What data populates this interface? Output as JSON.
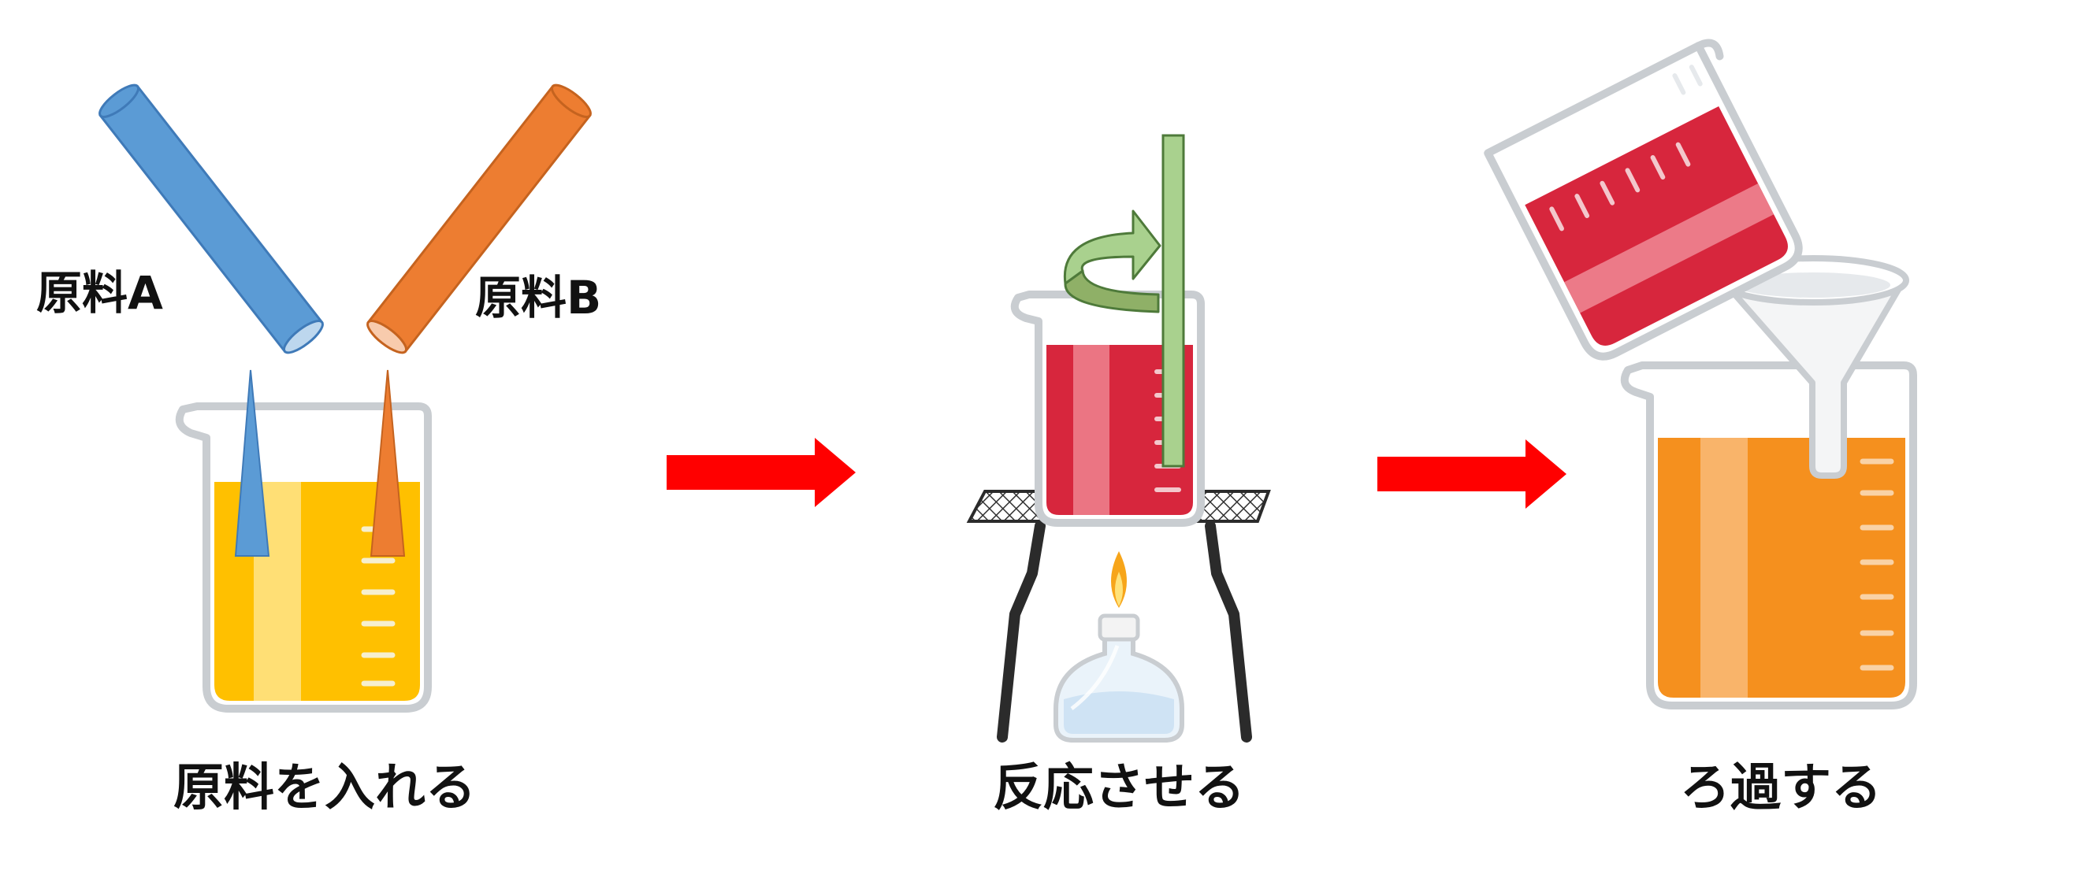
{
  "labels": {
    "material_a": "原料A",
    "material_b": "原料B"
  },
  "steps": [
    {
      "label": "原料を入れる"
    },
    {
      "label": "反応させる"
    },
    {
      "label": "ろ過する"
    }
  ],
  "colors": {
    "material_a": "#5b9bd5",
    "material_b": "#ed7d31",
    "liquid_step1": "#ffc000",
    "liquid_step2": "#d7263d",
    "liquid_step3": "#f5901e",
    "arrow": "#ff0000",
    "stir_rod": "#a9d18e",
    "beaker_outline": "#c9cdd1"
  }
}
